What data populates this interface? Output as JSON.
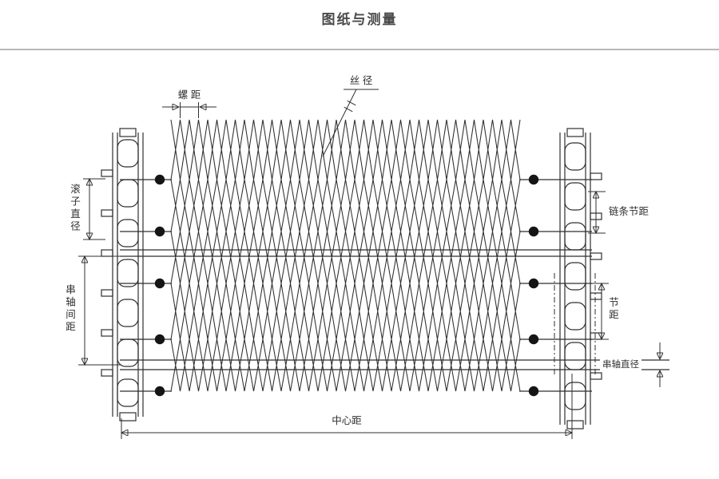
{
  "page": {
    "title": "图纸与测量"
  },
  "diagram": {
    "labels": {
      "screw_pitch": "螺 距",
      "wire_diameter": "丝 径",
      "roller_diameter": "滚子直径",
      "shaft_spacing": "串轴间距",
      "chain_pitch": "链条节距",
      "mesh_pitch": "节距",
      "shaft_diameter": "串轴直径",
      "center_distance": "中心距"
    },
    "colors": {
      "line": "#2f2f2f",
      "title_text": "#4a4a4a",
      "divider": "#b8b8b8"
    }
  }
}
